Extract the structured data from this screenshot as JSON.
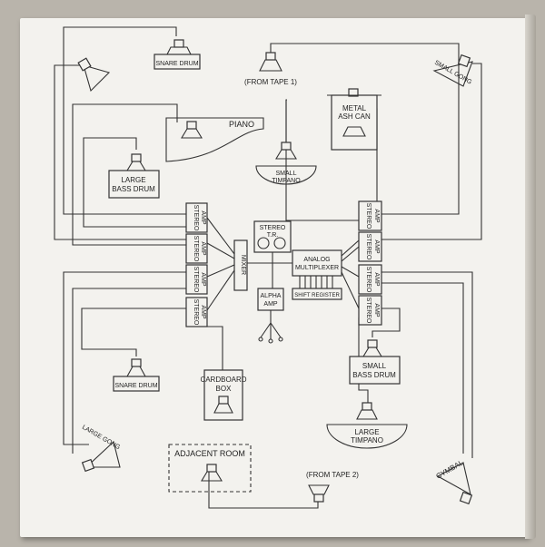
{
  "instruments": {
    "snare_top": "SNARE DRUM",
    "from_tape_1": "(FROM TAPE 1)",
    "small_gong": "SMALL GONG",
    "metal_ash_can_1": "METAL",
    "metal_ash_can_2": "ASH CAN",
    "piano": "PIANO",
    "small_timpano_1": "SMALL",
    "small_timpano_2": "TIMPANO",
    "large_bass_drum_1": "LARGE",
    "large_bass_drum_2": "BASS DRUM",
    "snare_bottom": "SNARE DRUM",
    "cardboard_box_1": "CARDBOARD",
    "cardboard_box_2": "BOX",
    "small_bass_drum_1": "SMALL",
    "small_bass_drum_2": "BASS DRUM",
    "large_timpano_1": "LARGE",
    "large_timpano_2": "TIMPANO",
    "large_gong": "LARGE GONG",
    "adjacent_room": "ADJACENT ROOM",
    "from_tape_2": "(FROM TAPE 2)",
    "cymbal": "CYMBAL"
  },
  "equipment": {
    "stereo_amp_1": "STEREO",
    "stereo_amp_2": "AMP",
    "mixer": "MIXER",
    "stereo_tr_1": "STEREO",
    "stereo_tr_2": "T.R.",
    "analog_mux_1": "ANALOG",
    "analog_mux_2": "MULTIPLEXER",
    "shift_register": "SHIFT REGISTER",
    "alpha_amp_1": "ALPHA",
    "alpha_amp_2": "AMP"
  }
}
